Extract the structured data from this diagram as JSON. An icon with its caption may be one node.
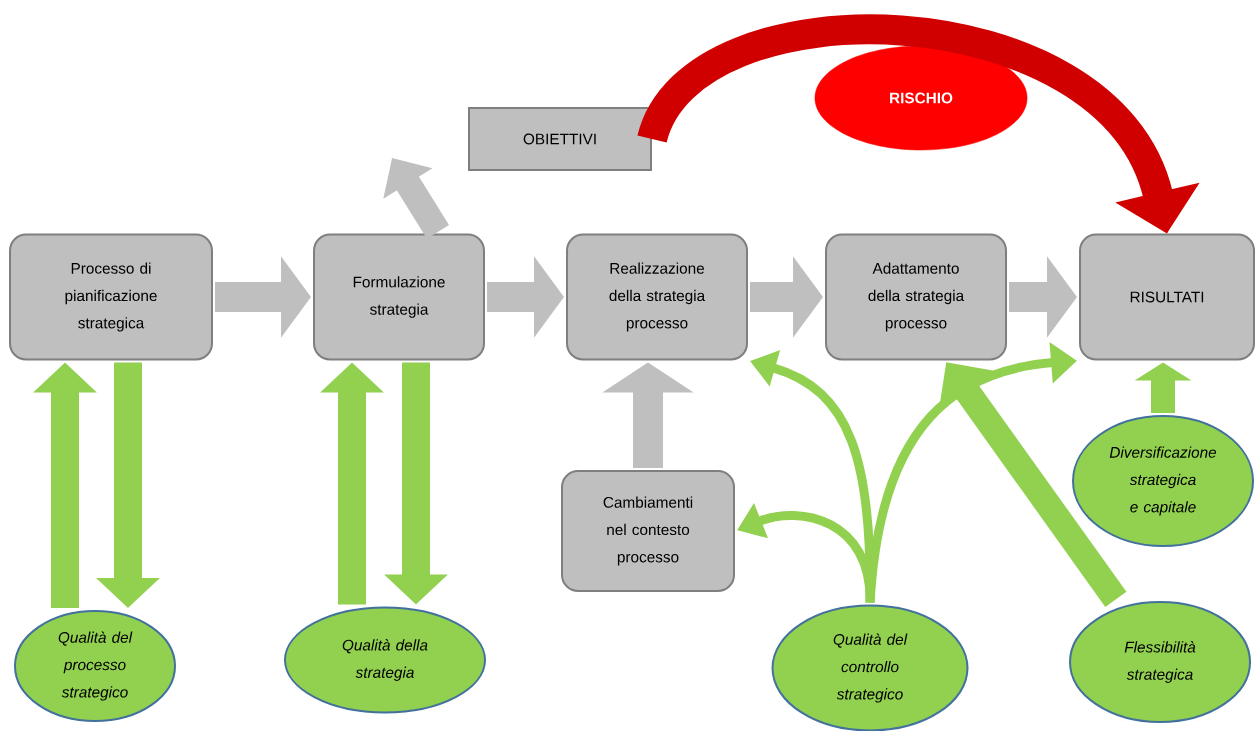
{
  "diagram": {
    "nodes": [
      {
        "text": [
          "Processo di pianificazione strategica"
        ]
      },
      {
        "text": [
          "Formulazione strategia"
        ]
      },
      {
        "text": [
          "OBIETTIVI"
        ]
      },
      {
        "text": [
          "RISCHIO"
        ]
      },
      {
        "text": [
          "Realizzazione della strategia processo"
        ]
      },
      {
        "text": [
          "Adattamento della strategia processo"
        ]
      },
      {
        "text": [
          "RISULTATI"
        ]
      },
      {
        "text": [
          "Cambiamenti nel contesto processo"
        ]
      },
      {
        "text": [
          "Diversificazione strategica e capitale"
        ]
      },
      {
        "text": [
          "Qualità del processo strategico"
        ]
      },
      {
        "text": [
          "Qualità della strategia"
        ]
      },
      {
        "text": [
          "Qualità del controllo strategico"
        ]
      },
      {
        "text": [
          "Flessibilità strategica"
        ]
      }
    ],
    "edges": [
      {
        "from": 0,
        "to": 1,
        "arrow": "to",
        "color": "#bfbfbf"
      },
      {
        "from": 1,
        "to": 4,
        "arrow": "to",
        "color": "#bfbfbf"
      },
      {
        "from": 4,
        "to": 5,
        "arrow": "to",
        "color": "#bfbfbf"
      },
      {
        "from": 5,
        "to": 6,
        "arrow": "to",
        "color": "#bfbfbf"
      },
      {
        "from": 1,
        "to": null,
        "arrow": "to",
        "color": "#bfbfbf"
      },
      {
        "from": 2,
        "to": 6,
        "arrow": "to",
        "color": "#d00000"
      },
      {
        "from": 7,
        "to": 4,
        "arrow": "to",
        "color": "#bfbfbf"
      },
      {
        "from": 9,
        "to": 0,
        "arrow": "to"
      },
      {
        "from": 0,
        "to": 9,
        "arrow": "to"
      },
      {
        "from": 10,
        "to": 1,
        "arrow": "to"
      },
      {
        "from": 1,
        "to": 10,
        "arrow": "to"
      },
      {
        "from": 11,
        "to": 7,
        "arrow": "to"
      },
      {
        "from": 11,
        "to": 4,
        "arrow": "to"
      },
      {
        "from": 11,
        "to": 6,
        "arrow": "to"
      },
      {
        "from": 12,
        "to": 5,
        "arrow": "to"
      },
      {
        "from": 8,
        "to": 6,
        "arrow": "to"
      }
    ]
  }
}
